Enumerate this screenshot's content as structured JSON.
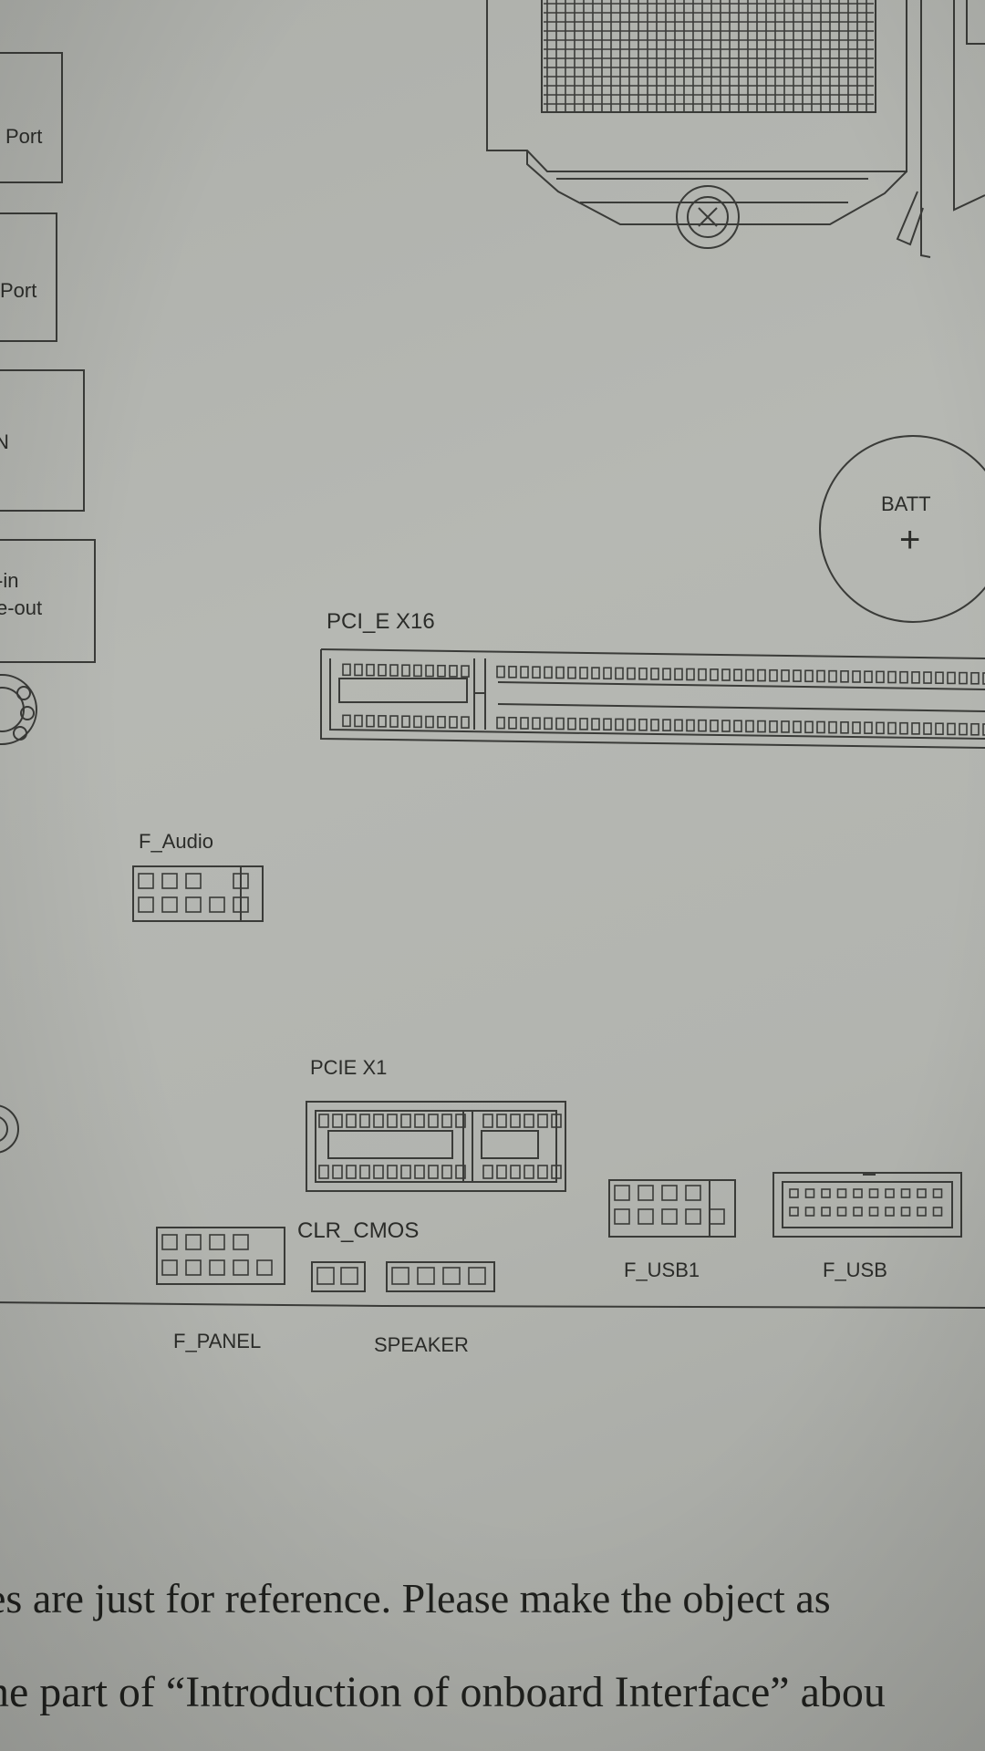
{
  "labels": {
    "port_a": "Port",
    "port_b": "Port",
    "port_c": "N",
    "audio_in": "-in",
    "audio_out": "e-out",
    "batt": "BATT",
    "batt_sign": "+",
    "pcie_x16": "PCI_E X16",
    "f_audio": "F_Audio",
    "pcie_x1": "PCIE X1",
    "clr_cmos": "CLR_CMOS",
    "f_panel": "F_PANEL",
    "speaker": "SPEAKER",
    "f_usb1": "F_USB1",
    "f_usb": "F_USB"
  },
  "caption": {
    "line1": "es are just for reference. Please make the object as",
    "line2": "ne part of “Introduction of onboard Interface” abou"
  }
}
